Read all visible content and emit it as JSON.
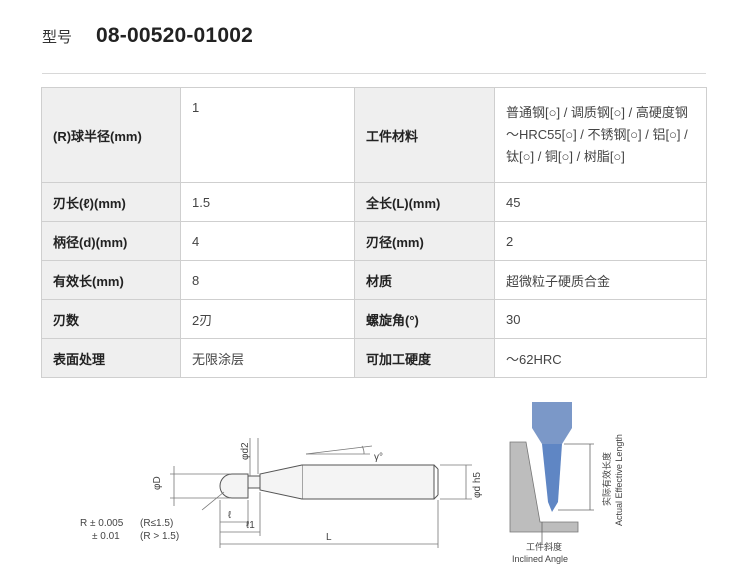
{
  "header": {
    "label": "型号",
    "model": "08-00520-01002"
  },
  "specs": [
    [
      {
        "k": "(R)球半径(mm)",
        "v": "1"
      },
      {
        "k": "工件材料",
        "v": "普通钢[○] / 调质钢[○] / 高硬度钢～HRC55[○] / 不锈钢[○] / 铝[○] / 钛[○] / 铜[○] / 树脂[○]"
      }
    ],
    [
      {
        "k": "刃长(ℓ)(mm)",
        "v": "1.5"
      },
      {
        "k": "全长(L)(mm)",
        "v": "45"
      }
    ],
    [
      {
        "k": "柄径(d)(mm)",
        "v": "4"
      },
      {
        "k": "刃径(mm)",
        "v": "2"
      }
    ],
    [
      {
        "k": "有效长(mm)",
        "v": "8"
      },
      {
        "k": "材质",
        "v": "超微粒子硬质合金"
      }
    ],
    [
      {
        "k": "刃数",
        "v": "2刃"
      },
      {
        "k": "螺旋角(°)",
        "v": "30"
      }
    ],
    [
      {
        "k": "表面处理",
        "v": "无限涂层"
      },
      {
        "k": "可加工硬度",
        "v": "～62HRC"
      }
    ]
  ],
  "drawing": {
    "labels": {
      "phi_D": "φD",
      "phi_d2": "φd2",
      "gamma": "γ°",
      "phi_d_h5": "φd  h5",
      "ell": "ℓ",
      "ell1": "ℓ1",
      "L": "L",
      "tol1": "R ± 0.005",
      "tol1_cond": "(R≤1.5)",
      "tol2": "± 0.01",
      "tol2_cond": "(R > 1.5)"
    },
    "right": {
      "eff_len_cn": "实际有效长度",
      "eff_len_en": "Actual Effective Length",
      "angle_cn": "工件斜度",
      "angle_en": "Inclined Angle"
    }
  }
}
